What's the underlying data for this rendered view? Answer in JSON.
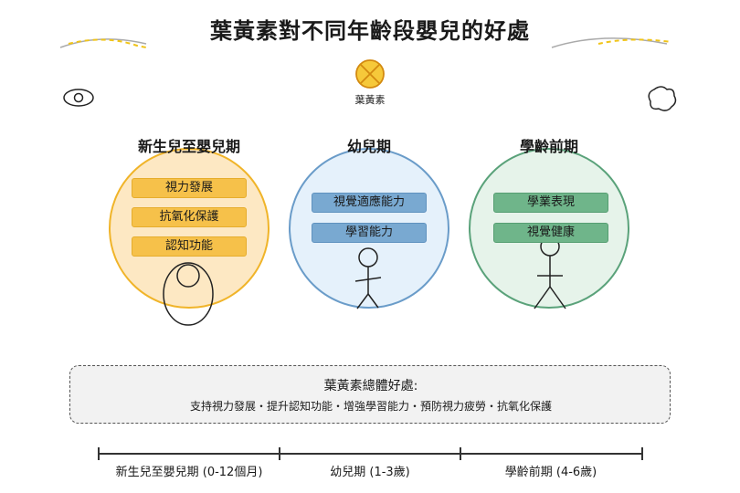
{
  "title": "葉黃素對不同年齡段嬰兒的好處",
  "center": {
    "label": "葉黃素"
  },
  "stages": [
    {
      "title": "新生兒至嬰兒期",
      "benefits": [
        "視力發展",
        "抗氧化保護",
        "認知功能"
      ]
    },
    {
      "title": "幼兒期",
      "benefits": [
        "視覺適應能力",
        "學習能力"
      ]
    },
    {
      "title": "學齡前期",
      "benefits": [
        "學業表現",
        "視覺健康"
      ]
    }
  ],
  "summary": {
    "title": "葉黃素總體好處:",
    "text": "支持視力發展・提升認知功能・增強學習能力・預防視力疲勞・抗氧化保護"
  },
  "timeline": [
    "新生兒至嬰兒期 (0-12個月)",
    "幼兒期 (1-3歲)",
    "學齡前期 (4-6歲)"
  ],
  "colors": {
    "yellow_stroke": "#f0b429",
    "yellow_fill": "#fde8c3",
    "blue_stroke": "#6a9cc9",
    "blue_fill": "#e5f1fb",
    "green_stroke": "#5aa27a",
    "green_fill": "#e6f3ea"
  }
}
